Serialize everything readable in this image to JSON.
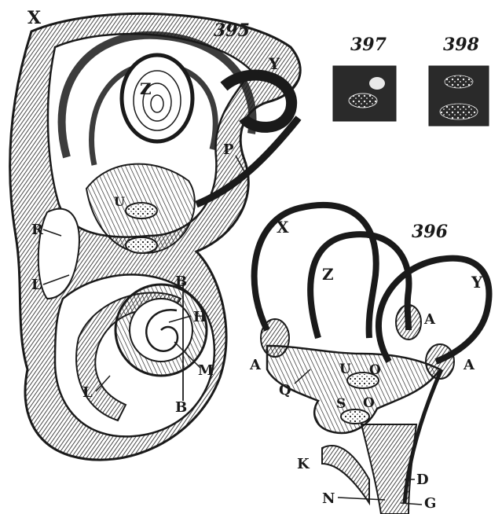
{
  "figures": {
    "fig395": {
      "number": "395",
      "labels": {
        "X": "X",
        "Y": "Y",
        "Z": "Z",
        "P": "P",
        "U": "U",
        "R": "R",
        "L1": "L",
        "L2": "L",
        "B1": "B",
        "B2": "B",
        "H": "H",
        "M": "M"
      }
    },
    "fig396": {
      "number": "396",
      "labels": {
        "X": "X",
        "Z": "Z",
        "Y": "Y",
        "A1": "A",
        "A2": "A",
        "A3": "A",
        "U": "U",
        "O1": "O",
        "O2": "O",
        "S": "S",
        "Q": "Q",
        "K": "K",
        "D": "D",
        "N": "N",
        "G": "G"
      }
    },
    "fig397": {
      "number": "397"
    },
    "fig398": {
      "number": "398"
    }
  },
  "colors": {
    "ink": "#1a1a1a",
    "paper": "#ffffff",
    "dark_panel": "#2a2a2a",
    "speckle": "#e8e8e8"
  }
}
